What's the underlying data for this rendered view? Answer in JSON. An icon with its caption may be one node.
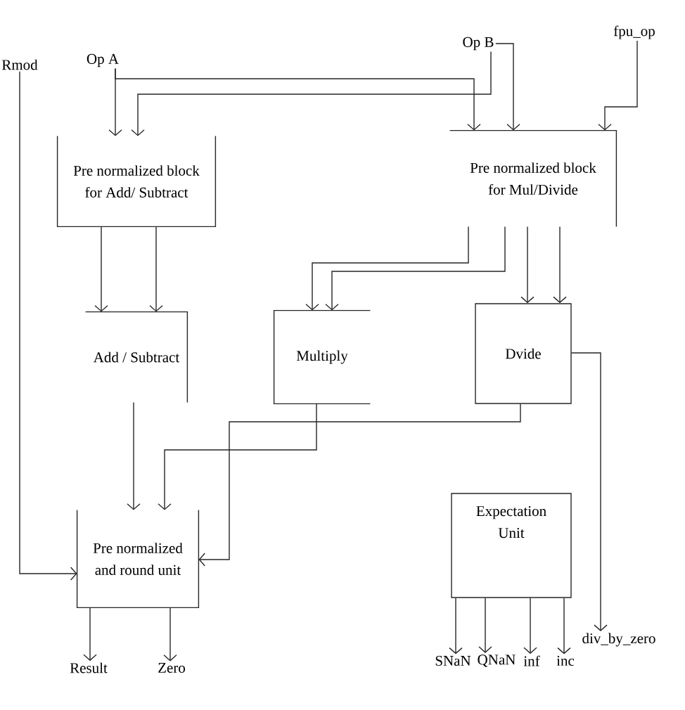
{
  "diagram": {
    "nodes": [
      {
        "text": [
          "Rmod"
        ]
      },
      {
        "text": [
          "Op A"
        ]
      },
      {
        "text": [
          "Op B"
        ]
      },
      {
        "text": [
          "fpu_op"
        ]
      },
      {
        "text": [
          "Pre normalized block for Add/ Subtract"
        ]
      },
      {
        "text": [
          "Pre normalized block for Mul/Divide"
        ]
      },
      {
        "text": [
          "Add / Subtract"
        ]
      },
      {
        "text": [
          "Multiply"
        ]
      },
      {
        "text": [
          "Dvide"
        ]
      },
      {
        "text": [
          "Pre normalized and round unit"
        ]
      },
      {
        "text": [
          "Expectation Unit"
        ]
      },
      {
        "text": [
          "Result"
        ]
      },
      {
        "text": [
          "Zero"
        ]
      },
      {
        "text": [
          "SNaN"
        ]
      },
      {
        "text": [
          "QNaN"
        ]
      },
      {
        "text": [
          "inf"
        ]
      },
      {
        "text": [
          "inc"
        ]
      },
      {
        "text": [
          "div_by_zero"
        ]
      }
    ],
    "edges": [
      {
        "from": 0,
        "to": 9,
        "arrow": "to"
      },
      {
        "from": 1,
        "to": 4,
        "arrow": "to"
      },
      {
        "from": 1,
        "to": 5,
        "arrow": "to"
      },
      {
        "from": 2,
        "to": 4,
        "arrow": "to"
      },
      {
        "from": 2,
        "to": 5,
        "arrow": "to"
      },
      {
        "from": 3,
        "to": 5,
        "arrow": "to"
      },
      {
        "from": 4,
        "to": 6,
        "arrow": "to"
      },
      {
        "from": 4,
        "to": 6,
        "arrow": "to"
      },
      {
        "from": 5,
        "to": 7,
        "arrow": "to"
      },
      {
        "from": 5,
        "to": 7,
        "arrow": "to"
      },
      {
        "from": 5,
        "to": 8,
        "arrow": "to"
      },
      {
        "from": 5,
        "to": 8,
        "arrow": "to"
      },
      {
        "from": 6,
        "to": 9,
        "arrow": "to"
      },
      {
        "from": 7,
        "to": 9,
        "arrow": "to"
      },
      {
        "from": 8,
        "to": 9,
        "arrow": "to"
      },
      {
        "from": 8,
        "to": 17,
        "arrow": "to"
      },
      {
        "from": 9,
        "to": 11,
        "arrow": "to"
      },
      {
        "from": 9,
        "to": 12,
        "arrow": "to"
      },
      {
        "from": 10,
        "to": 13,
        "arrow": "to"
      },
      {
        "from": 10,
        "to": 14,
        "arrow": "to"
      },
      {
        "from": 10,
        "to": 15,
        "arrow": "to"
      },
      {
        "from": 10,
        "to": 16,
        "arrow": "to"
      }
    ]
  }
}
